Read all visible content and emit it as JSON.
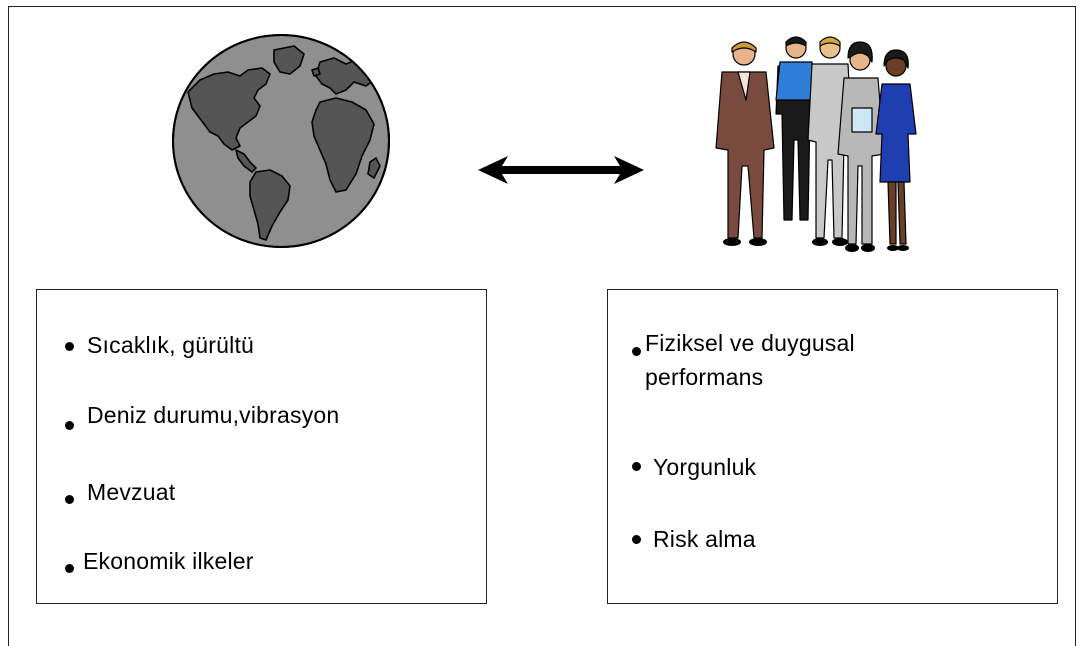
{
  "left_panel": {
    "icon": "globe-icon",
    "items": [
      {
        "label": "Sıcaklık, gürültü"
      },
      {
        "label": "Deniz durumu,vibrasyon"
      },
      {
        "label": "Mevzuat"
      },
      {
        "label": "Ekonomik ilkeler"
      }
    ]
  },
  "connector": {
    "icon": "double-arrow-icon"
  },
  "right_panel": {
    "icon": "people-group-icon",
    "items": [
      {
        "label": "Fiziksel ve duygusal"
      },
      {
        "label": "performans"
      },
      {
        "label": "Yorgunluk"
      },
      {
        "label": "Risk alma"
      }
    ]
  },
  "colors": {
    "globe_ocean": "#8a8a8a",
    "globe_land": "#555555",
    "outline": "#000000"
  }
}
